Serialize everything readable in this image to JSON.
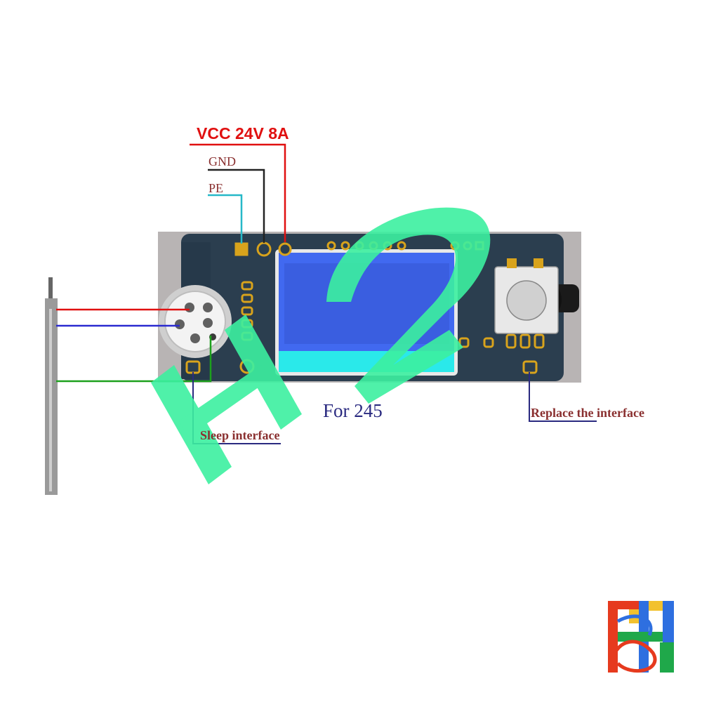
{
  "wires": {
    "vcc": {
      "label": "VCC 24V 8A",
      "color": "#e01010"
    },
    "gnd": {
      "label": "GND",
      "color": "#222222"
    },
    "pe": {
      "label": "PE",
      "color": "#26b8c8"
    }
  },
  "board": {
    "pcb_color": "#2b3e4f",
    "lcd_blue": "#4169f0",
    "lcd_cyan": "#2ae9ea",
    "pad_gold": "#d8a31c"
  },
  "caption": "For 245",
  "annotations": {
    "sleep": "Sleep interface",
    "replace": "Replace the interface",
    "line_color": "#2a2a80"
  },
  "watermark": {
    "text": "H2",
    "color": "#3cf0a0"
  },
  "logo": {
    "text": "H2"
  },
  "colors": {
    "label_text": "#8a3030",
    "red": "#e01010",
    "blue": "#2a2ad0",
    "green": "#1da01d"
  }
}
